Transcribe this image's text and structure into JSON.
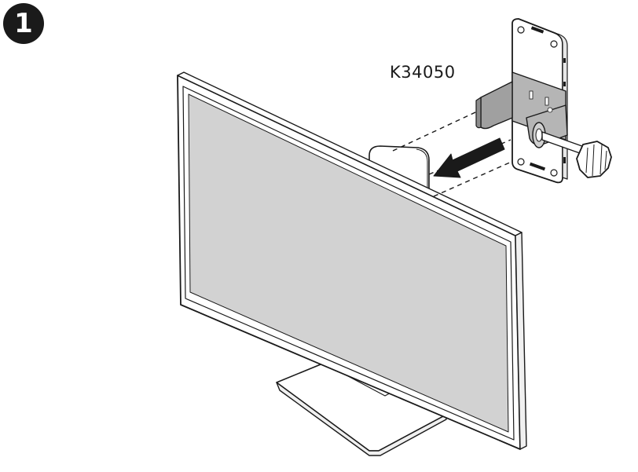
{
  "step": {
    "number": "1"
  },
  "part": {
    "label": "K34050"
  },
  "colors": {
    "outline": "#1a1a1a",
    "screen": "#d2d2d2",
    "bezel": "#ffffff",
    "bracket": "#b5b5b5",
    "device": "#ffffff"
  },
  "icons": [
    "step-number-badge",
    "monitor",
    "stand",
    "webcam",
    "mounting-bracket",
    "mini-pc",
    "thumbscrew-knob",
    "direction-arrow"
  ]
}
